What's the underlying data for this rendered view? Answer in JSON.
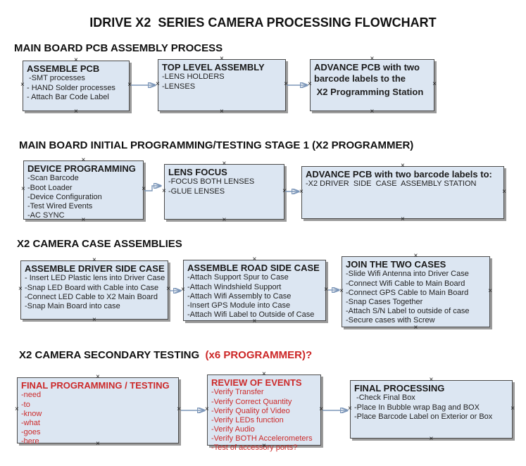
{
  "title": "IDRIVE X2  SERIES CAMERA PROCESSING FLOWCHART",
  "glyphs": {
    "anchor": "×"
  },
  "colors": {
    "box_fill": "#dce6f2",
    "box_border": "#4b4b4b",
    "box_shadow": "#9b9b9b",
    "arrow_line": "#7d97b9",
    "arrow_head": "#2e4a86",
    "red_text": "#cc2a2a",
    "black_text": "#111111"
  },
  "sections": [
    {
      "heading": "MAIN BOARD PCB ASSEMBLY PROCESS",
      "boxes": [
        {
          "title": "ASSEMBLE PCB",
          "items": [
            " -SMT processes",
            "- HAND Solder processes",
            "- Attach Bar Code Label"
          ]
        },
        {
          "title": "TOP LEVEL ASSEMBLY",
          "items": [
            "-LENS HOLDERS",
            "-LENSES"
          ]
        },
        {
          "title": "ADVANCE PCB with two",
          "items": [
            "barcode labels to the",
            " X2 Programming Station"
          ]
        }
      ]
    },
    {
      "heading": "MAIN BOARD INITIAL PROGRAMMING/TESTING STAGE 1 (X2 PROGRAMMER)",
      "boxes": [
        {
          "title": "DEVICE PROGRAMMING",
          "items": [
            "-Scan Barcode",
            "-Boot Loader",
            "-Device Configuration",
            "-Test Wired Events",
            "-AC SYNC"
          ]
        },
        {
          "title": "LENS FOCUS",
          "items": [
            "-FOCUS BOTH LENSES",
            "-GLUE LENSES"
          ]
        },
        {
          "title": "ADVANCE PCB with two barcode labels to:",
          "items": [
            "-X2 DRIVER  SIDE  CASE  ASSEMBLY STATION"
          ]
        }
      ]
    },
    {
      "heading": "X2 CAMERA CASE ASSEMBLIES",
      "boxes": [
        {
          "title": "ASSEMBLE DRIVER SIDE CASE",
          "items": [
            "- Insert LED Plastic lens into Driver Case",
            "-Snap LED Board with Cable into Case",
            "-Connect LED Cable to X2 Main Board",
            "-Snap Main Board into case"
          ]
        },
        {
          "title": "ASSEMBLE ROAD SIDE CASE",
          "items": [
            "-Attach Support Spur to Case",
            "-Attach Windshield Support",
            "-Attach Wifi Assembly to Case",
            "-Insert GPS Module into Case",
            "-Attach Wifi Label to Outside of Case"
          ]
        },
        {
          "title": "JOIN THE TWO CASES",
          "items": [
            "-Slide Wifi Antenna into Driver Case",
            "-Connect Wifi Cable to Main Board",
            "-Connect GPS Cable to Main Board",
            "-Snap Cases Together",
            "-Attach S/N Label to outside of case",
            "-Secure cases with Screw"
          ]
        }
      ]
    },
    {
      "heading": "X2 CAMERA SECONDARY TESTING  ",
      "heading_accent": "(x6 PROGRAMMER)?",
      "boxes": [
        {
          "title": "FINAL PROGRAMMING / TESTING",
          "items": [
            "-need",
            "-to",
            "-know",
            "-what",
            "-goes",
            "-here"
          ]
        },
        {
          "title": "REVIEW OF EVENTS",
          "items": [
            "-Verify Transfer",
            "-Verify Correct Quantity",
            "-Verify Quality of Video",
            "-Verify LEDs function",
            "-Verify Audio",
            "-Verify BOTH Accelerometers",
            "-Test of accessory ports?"
          ]
        },
        {
          "title": "FINAL PROCESSING",
          "items": [
            " -Check Final Box",
            "-Place In Bubble wrap Bag and BOX",
            "-Place Barcode Label on Exterior or Box"
          ]
        }
      ]
    }
  ]
}
